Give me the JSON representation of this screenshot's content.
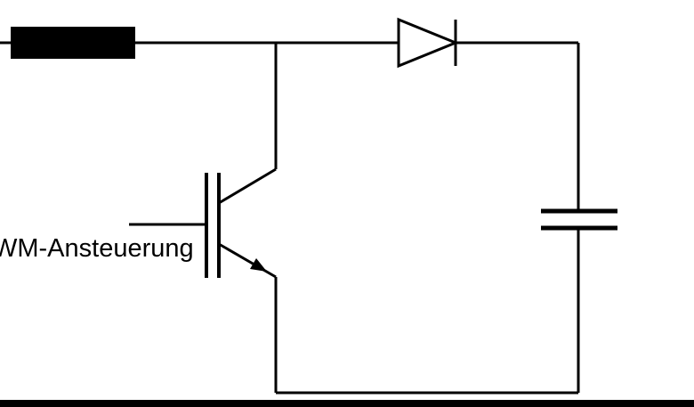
{
  "diagram": {
    "kind": "circuit-schematic",
    "background": "#ffffff",
    "line_color": "#000000"
  },
  "labels": {
    "pwm_control": "WM-Ansteuerung"
  },
  "components": {
    "inductor": "inductor-block-symbol",
    "diode": "diode-symbol",
    "capacitor": "capacitor-symbol",
    "transistor": "igbt-symbol",
    "ground_bar": "bottom-conductor-bar"
  }
}
